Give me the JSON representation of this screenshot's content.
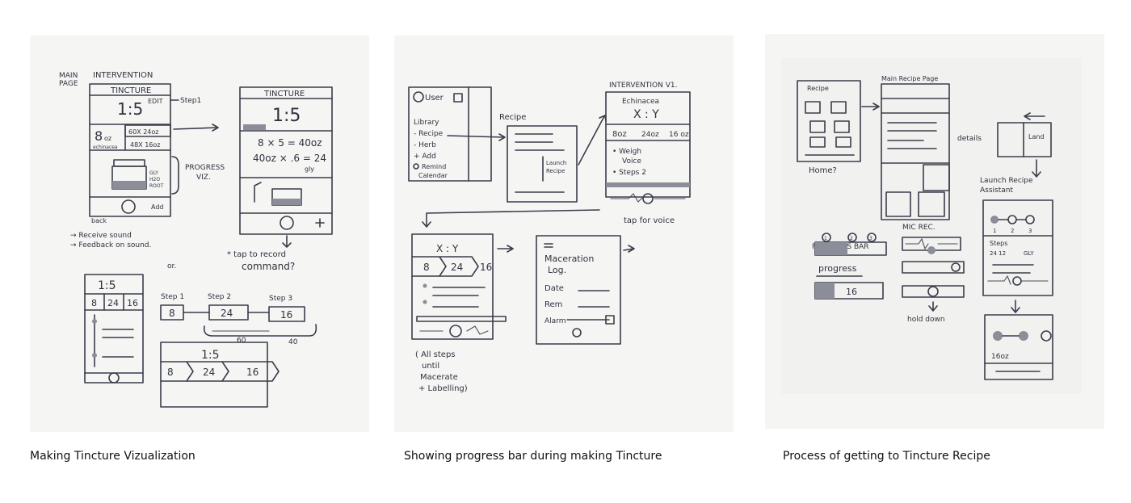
{
  "panels": [
    {
      "caption": "Making Tincture Vizualization",
      "sketch": {
        "main_label": "MAIN",
        "page_label": "PAGE",
        "intervention_label": "INTERVENTION",
        "app_title_1": "TINCTURE",
        "ratio_1": "1:5",
        "edit": "EDIT",
        "step1_arrow": "Step1",
        "oz_8": "8",
        "oz_unit": "oz",
        "echinacea": "echinacea",
        "box_60x24": "60X 24oz",
        "box_48_16": "48X 16oz",
        "progress_label": "PROGRESS",
        "viz_label": "VIZ.",
        "layer_gly": "GLY",
        "layer_h2o": "H2O",
        "layer_root": "ROOT",
        "back": "back",
        "add": "Add",
        "note_receive": "→ Receive sound",
        "note_feedback": "→ Feedback on sound.",
        "or_label": "or.",
        "app_title_2": "TINCTURE",
        "ratio_2": "1:5",
        "calc_1": "8 × 5 = 40oz",
        "calc_2": "40oz × .6 = 24",
        "calc_2b": "gly",
        "tap_note_1": "* tap to record",
        "tap_note_2": "command?",
        "ratio_3": "1:5",
        "cells_3": [
          "8",
          "24",
          "16"
        ],
        "step1": "Step 1",
        "step2": "Step 2",
        "step3": "Step 3",
        "step_val_1": "8",
        "step_val_2": "24",
        "step_val_3": "16",
        "mark_60": "60",
        "mark_40": "40",
        "ratio_4": "1:5",
        "cells_4": [
          "8",
          "24",
          "16"
        ]
      }
    },
    {
      "caption": "Showing progress bar during making Tincture",
      "sketch": {
        "user": "User",
        "library": "Library",
        "menu_recipe": "- Recipe",
        "menu_herb": "- Herb",
        "menu_add": "+ Add",
        "menu_remind": "Remind",
        "menu_calendar": "Calendar",
        "recipe_label": "Recipe",
        "launch_recipe_1": "Launch",
        "launch_recipe_2": "Recipe",
        "intervention_v1": "INTERVENTION V1.",
        "echinacea": "Echinacea",
        "xy_1": "X : Y",
        "row_8oz": "8oz",
        "row_24": "24oz",
        "row_16": "16 oz",
        "bullet_weigh": "• Weigh",
        "bullet_voice": "Voice",
        "bullet_steps": "• Steps 2",
        "tap_voice": "tap for voice",
        "xy_2": "X : Y",
        "cells_2": [
          "8",
          "24",
          "16"
        ],
        "note_all_1": "( All steps",
        "note_all_2": "until",
        "note_all_3": "Macerate",
        "note_all_4": "+ Labelling)",
        "mac_title_1": "Maceration",
        "mac_title_2": "Log.",
        "mac_date": "Date",
        "mac_rem": "Rem",
        "mac_alarm": "Alarm"
      }
    },
    {
      "caption": "Process of getting to Tincture Recipe",
      "sketch": {
        "recipe_label": "Recipe",
        "home": "Home?",
        "main_recipe_page": "Main Recipe Page",
        "details": "details",
        "land": "Land",
        "launch_assistant_1": "Launch Recipe",
        "launch_assistant_2": "Assistant",
        "progress_bar_label": "PROGRESS BAR",
        "steps_nums": [
          "1",
          "2",
          "3"
        ],
        "progress_word": "progress",
        "mic_rec": "MIC REC.",
        "val_16": "16",
        "hold_down": "hold down",
        "assist_steps": [
          "1",
          "2",
          "3"
        ],
        "steps_label": "Steps",
        "steps_24": "24 12",
        "gly": "GLY",
        "oz16": "16oz"
      }
    }
  ]
}
